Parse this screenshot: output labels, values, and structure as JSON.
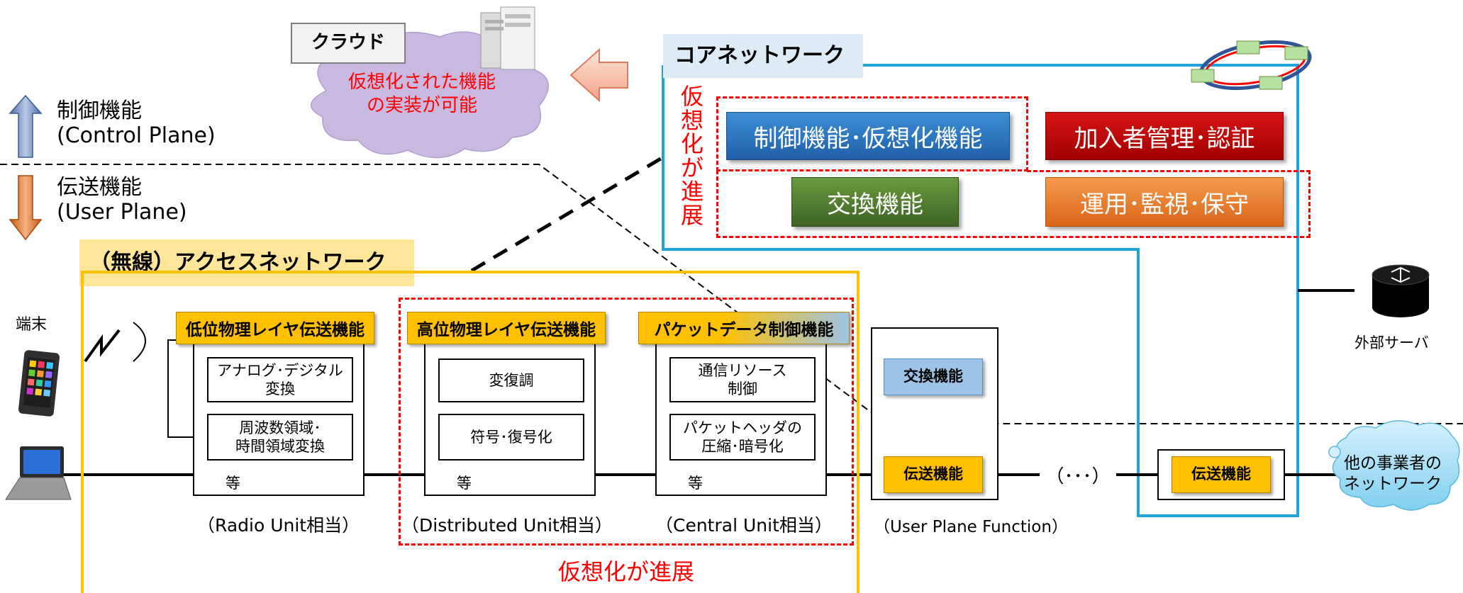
{
  "cloud": {
    "label": "クラウド",
    "text_line1": "仮想化された機能",
    "text_line2": "の実装が可能"
  },
  "planes": {
    "control_title": "制御機能",
    "control_sub": "(Control Plane)",
    "user_title": "伝送機能",
    "user_sub": "(User Plane)"
  },
  "core": {
    "title": "コアネットワーク",
    "virtualization_vertical": "仮想化が進展",
    "functions": [
      "制御機能･仮想化機能",
      "加入者管理･認証",
      "交換機能",
      "運用･監視･保守"
    ]
  },
  "access": {
    "title": "（無線）アクセスネットワーク",
    "terminal_label": "端末",
    "units": [
      {
        "header": "低位物理レイヤ伝送機能",
        "item1": "アナログ･デジタル\n変換",
        "item2": "周波数領域･\n時間領域変換",
        "etc": "等",
        "caption": "（Radio Unit相当）"
      },
      {
        "header": "高位物理レイヤ伝送機能",
        "item1": "変復調",
        "item2": "符号･復号化",
        "etc": "等",
        "caption": "（Distributed Unit相当）"
      },
      {
        "header": "パケットデータ制御機能",
        "item1": "通信リソース\n制御",
        "item2": "パケットヘッダの\n圧縮･暗号化",
        "etc": "等",
        "caption": "（Central Unit相当）"
      }
    ],
    "virtualization_bottom": "仮想化が進展"
  },
  "upf": {
    "switch_label": "交換機能",
    "transfer_label": "伝送機能",
    "caption": "（User Plane Function）"
  },
  "ellipsis": "（･･･）",
  "transfer2": "伝送機能",
  "external_server": "外部サーバ",
  "other_network_line1": "他の事業者の",
  "other_network_line2": "ネットワーク",
  "colors": {
    "accent_blue": "#1fa3d8",
    "access_yellow": "#ffc000",
    "virtual_red": "#ff0000",
    "control_blue": "#2e75b6",
    "subscriber_red": "#c00000",
    "switch_green": "#548235",
    "ops_orange": "#ed7d31"
  }
}
